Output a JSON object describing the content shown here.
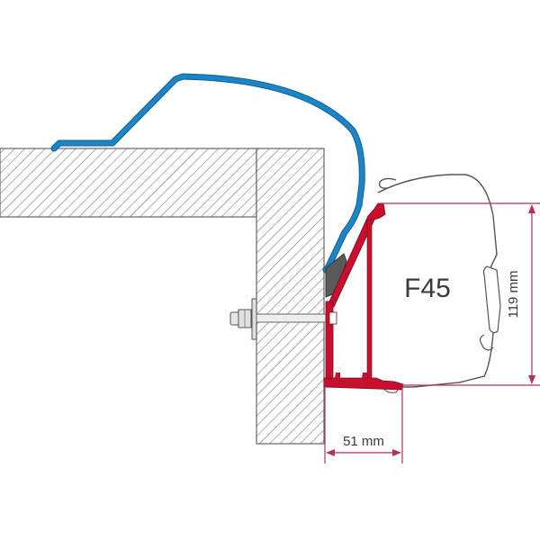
{
  "diagram": {
    "type": "technical cross-section",
    "subject": "Awning mounting bracket adapter",
    "awning_label": "F45",
    "dimensions": {
      "height": {
        "value": 119,
        "unit": "mm",
        "label": "119 mm"
      },
      "depth": {
        "value": 51,
        "unit": "mm",
        "label": "51 mm"
      }
    },
    "components": [
      {
        "name": "roof",
        "style": "hatched"
      },
      {
        "name": "wall",
        "style": "hatched"
      },
      {
        "name": "roof-trim-profile",
        "color": "#1a86c8"
      },
      {
        "name": "mounting-bracket",
        "color": "#c8102e"
      },
      {
        "name": "wall-bolt",
        "color": "#cccccc"
      },
      {
        "name": "awning-case",
        "label": "F45"
      }
    ],
    "colors": {
      "bracket": "#c8102e",
      "trim": "#1a86c8",
      "dimension": "#b5305a",
      "outline": "#555555"
    }
  }
}
